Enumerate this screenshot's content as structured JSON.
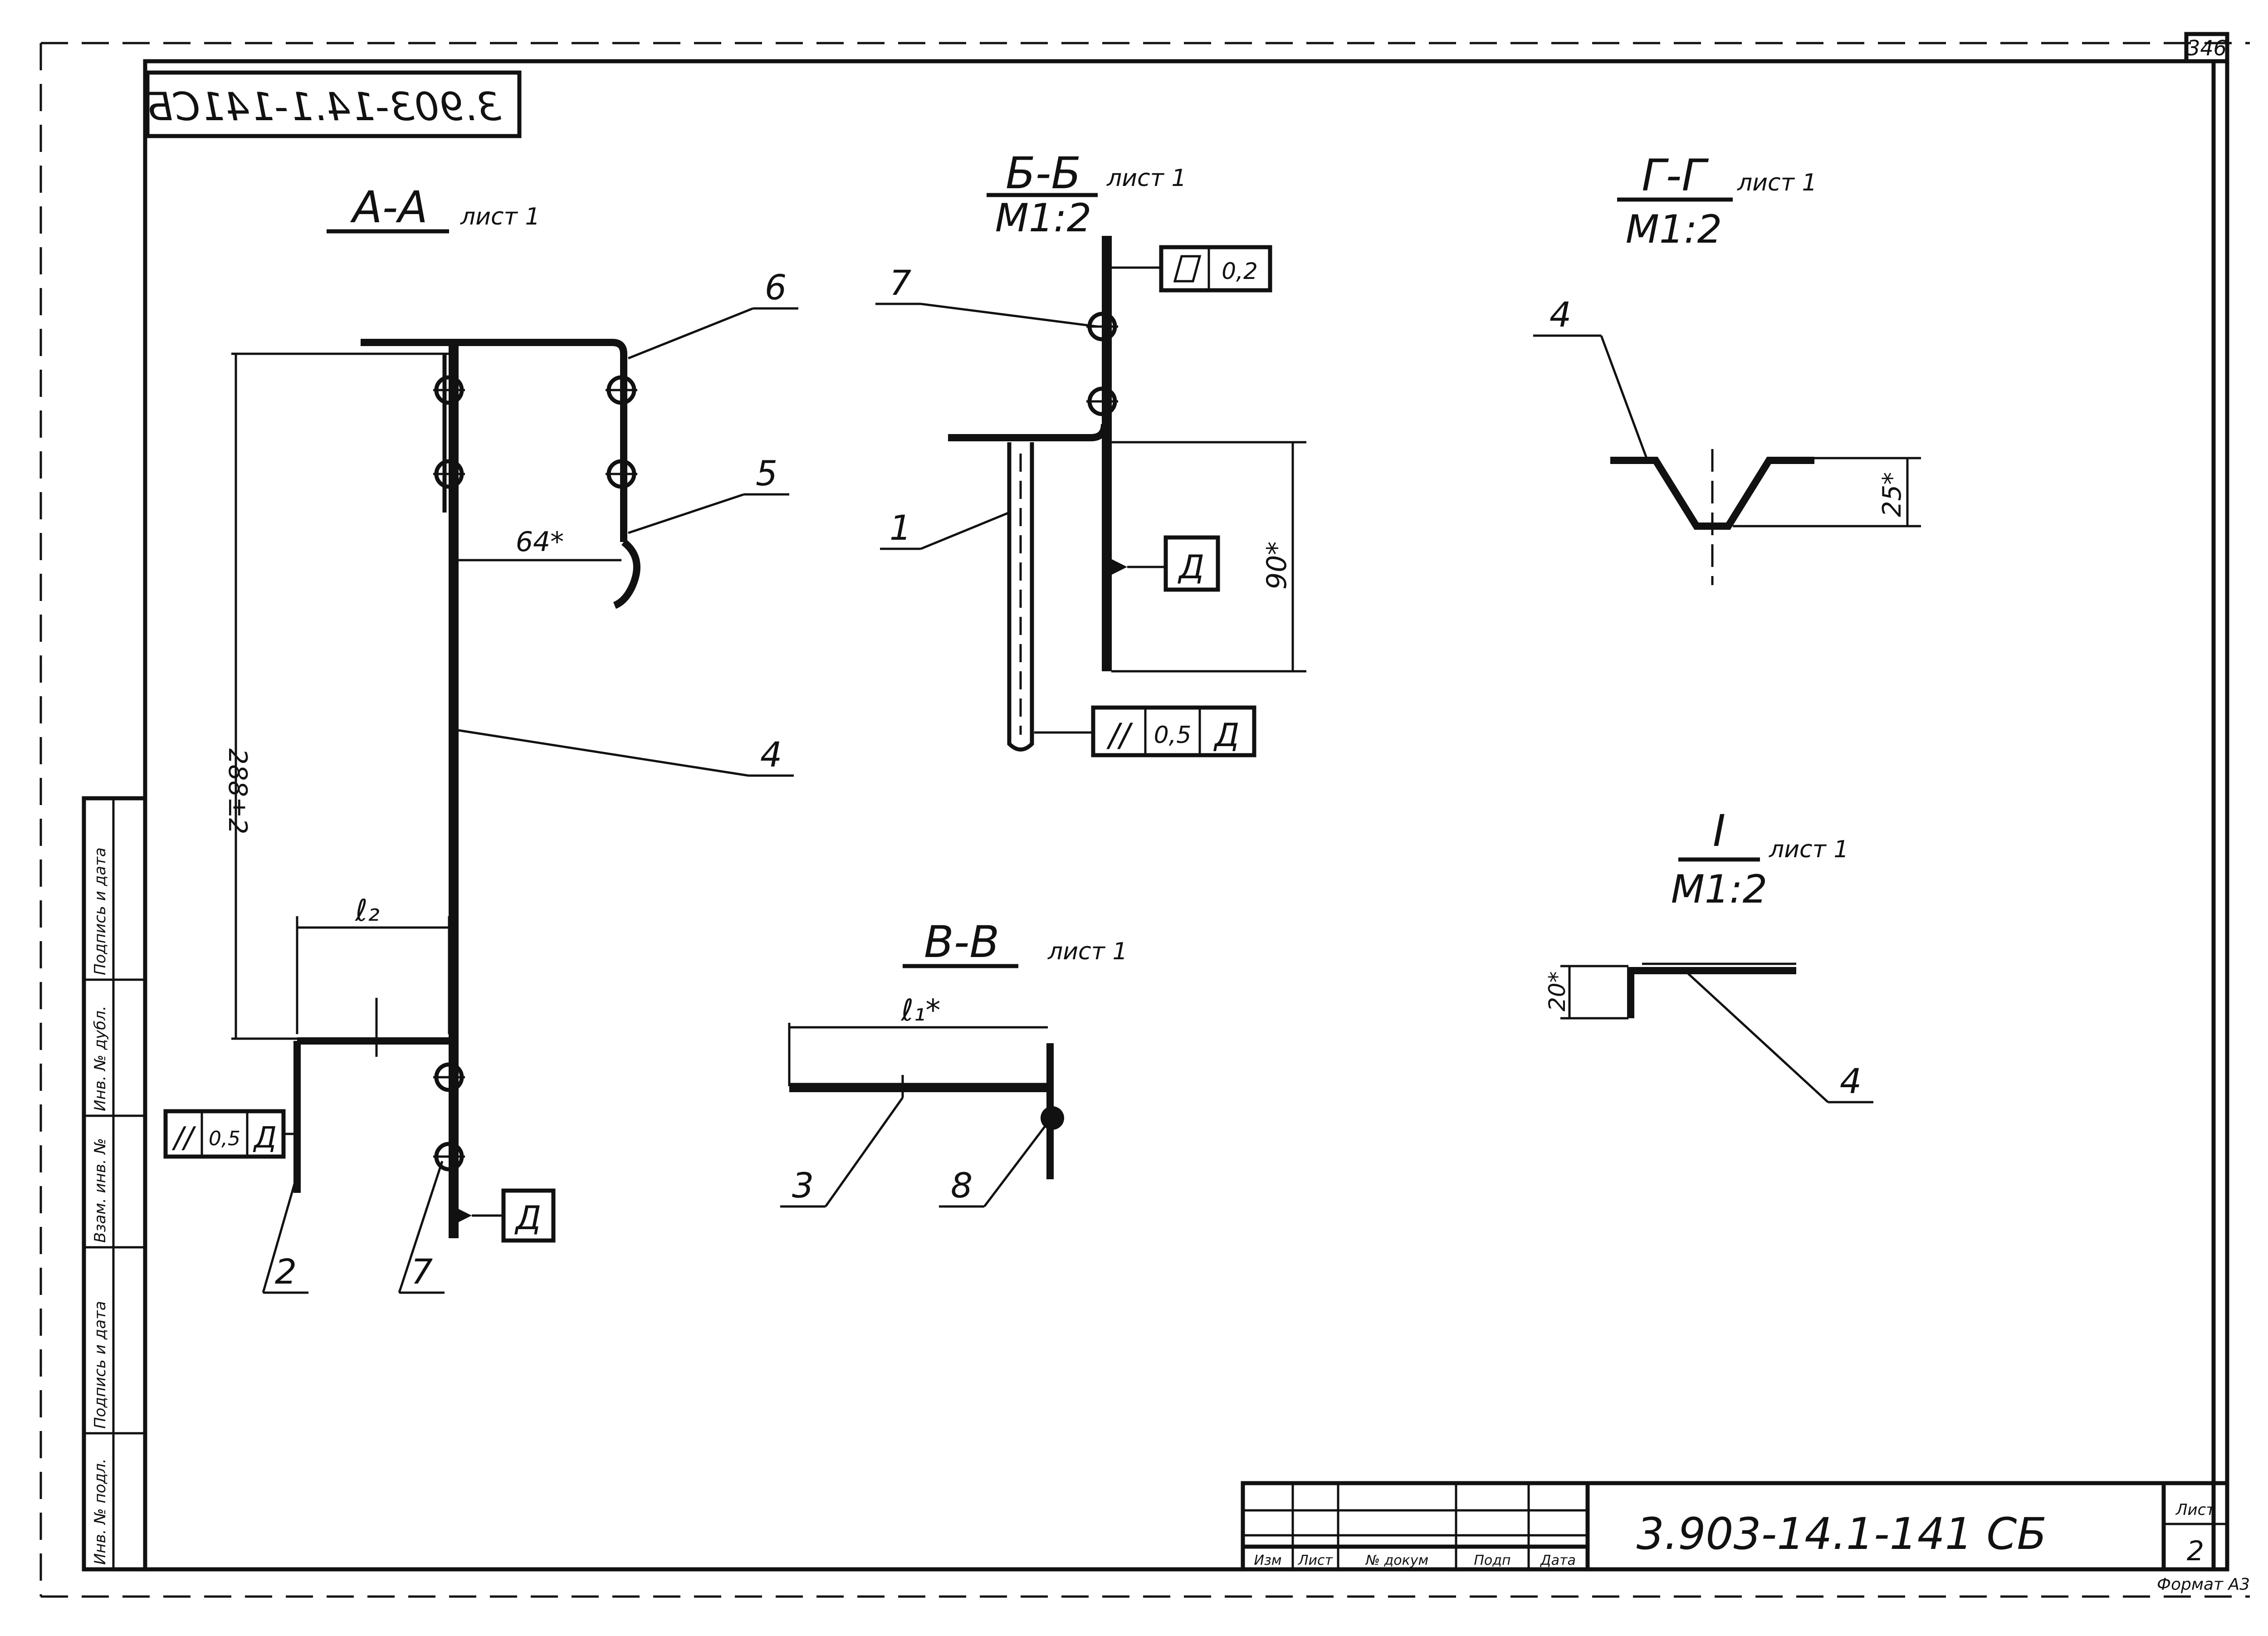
{
  "sheet_number": "346",
  "stamp_code_mirrored": "3.903-14.1-141СБ",
  "title_block": {
    "designation": "3.903-14.1-141 СБ",
    "sheet_label": "Лист",
    "sheet_value": "2",
    "format": "Формат А3",
    "columns": [
      "Изм",
      "Лист",
      "№ докум",
      "Подп",
      "Дата"
    ]
  },
  "side_stamp": [
    "Инв. № подл.",
    "Подпись и дата",
    "Взам. инв. №",
    "Инв. № дубл.",
    "Подпись и дата"
  ],
  "views": {
    "a_a": {
      "title": "А-А",
      "sheet_ref": "лист 1",
      "dim_height": "288±2",
      "dim_64": "64*",
      "dim_l2": "ℓ₂",
      "positions": [
        "6",
        "5",
        "4",
        "2",
        "7"
      ],
      "tolerance_frame": [
        "//",
        "0,5",
        "Д"
      ],
      "datum": "Д"
    },
    "b_b": {
      "title": "Б-Б",
      "scale": "М1:2",
      "sheet_ref": "лист 1",
      "flatness_frame": [
        "▱",
        "0,2"
      ],
      "dim_90": "90*",
      "positions": [
        "7",
        "1"
      ],
      "tolerance_frame": [
        "//",
        "0,5",
        "Д"
      ],
      "datum": "Д"
    },
    "v_v": {
      "title": "В-В",
      "sheet_ref": "лист 1",
      "dim_l1": "ℓ₁*",
      "positions": [
        "3",
        "8"
      ]
    },
    "g_g": {
      "title": "Г-Г",
      "scale": "М1:2",
      "sheet_ref": "лист 1",
      "dim_25": "25*",
      "positions": [
        "4"
      ]
    },
    "detail_i": {
      "title": "I",
      "scale": "М1:2",
      "sheet_ref": "лист 1",
      "dim_20": "20*",
      "positions": [
        "4"
      ]
    }
  }
}
